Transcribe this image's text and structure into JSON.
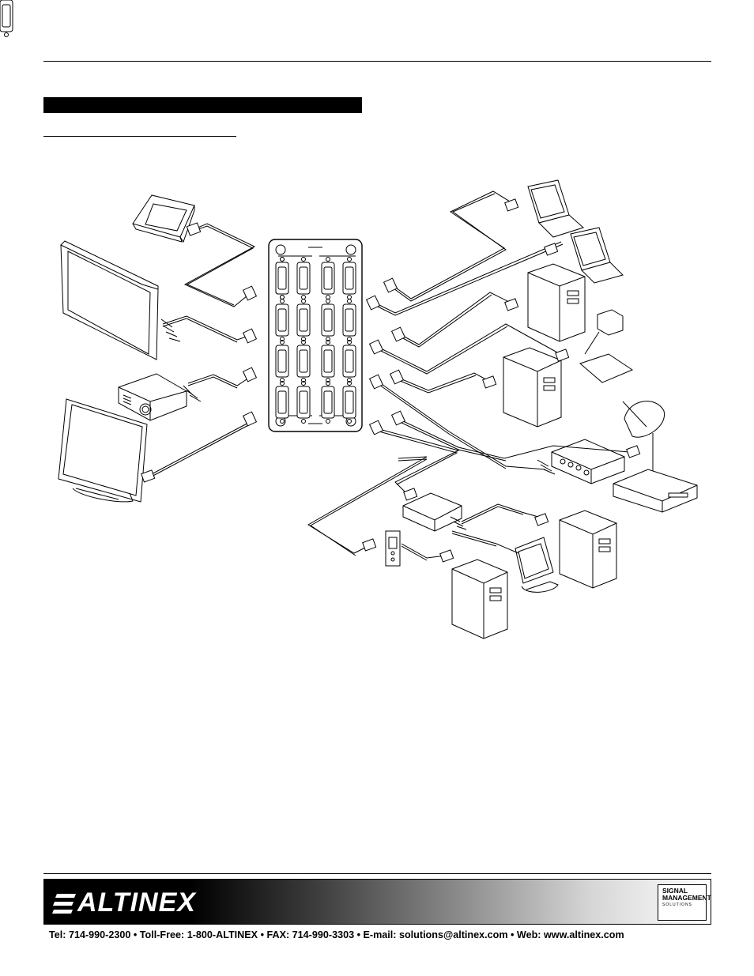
{
  "footer": {
    "logo_text": "ALTINEX",
    "badge_line1": "SIGNAL",
    "badge_line2": "MANAGEMENT",
    "badge_line3": "SOLUTIONS",
    "contact": "Tel: 714-990-2300 • Toll-Free: 1-800-ALTINEX • FAX: 714-990-3303 • E-mail: solutions@altinex.com • Web: www.altinex.com"
  },
  "colors": {
    "ink": "#000000",
    "paper": "#ffffff"
  }
}
